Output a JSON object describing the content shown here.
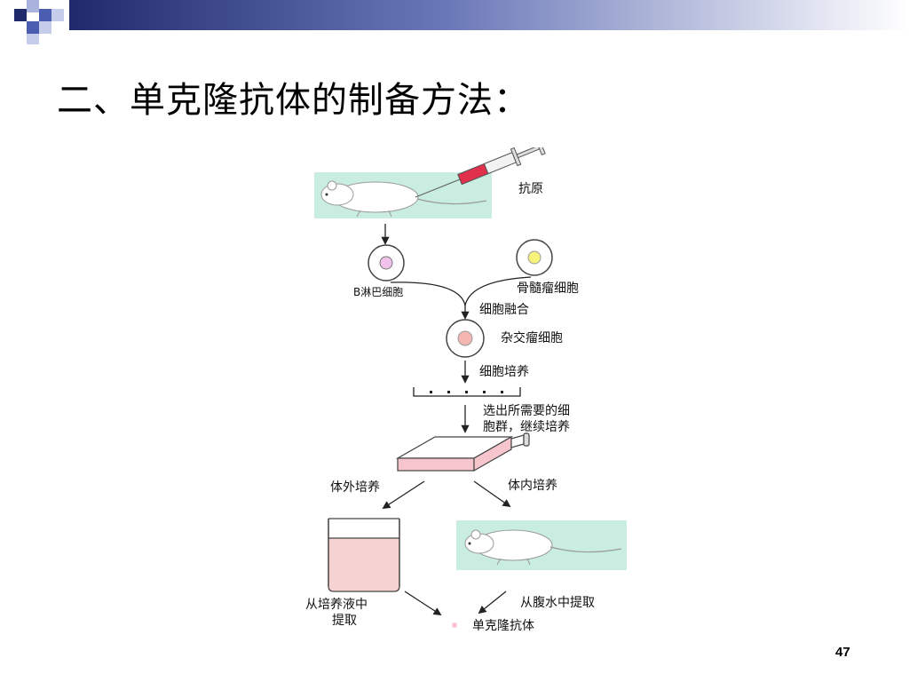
{
  "slide": {
    "title": "二、单克隆抗体的制备方法：",
    "page_number": "47"
  },
  "diagram": {
    "antigen": "抗原",
    "b_cell": "B淋巴细胞",
    "myeloma": "骨髓瘤细胞",
    "fusion": "细胞融合",
    "hybridoma": "杂交瘤细胞",
    "culture": "细胞培养",
    "select_line1": "选出所需要的细",
    "select_line2": "胞群，继续培养",
    "in_vitro": "体外培养",
    "in_vivo": "体内培养",
    "from_medium_line1": "从培养液中",
    "from_medium_line2": "提取",
    "from_ascites": "从腹水中提取",
    "antibody": "单克隆抗体"
  },
  "colors": {
    "header_navy": "#1f2a6b",
    "header_blue": "#4a5db0",
    "panel_green": "#c9ede0",
    "b_cell_fill": "#f2c2ec",
    "myeloma_fill": "#f6f27a",
    "hybridoma_fill": "#f4b6b0",
    "flask_pink": "#f6c6cc",
    "syringe_red": "#e0304c"
  }
}
